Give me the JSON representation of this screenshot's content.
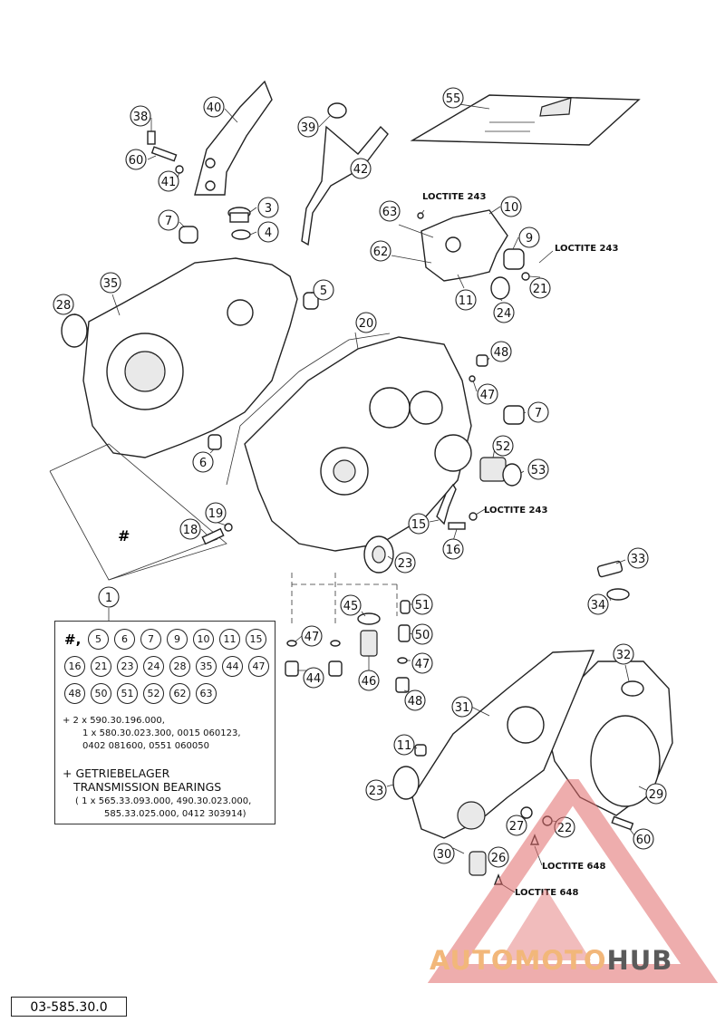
{
  "callouts": [
    {
      "n": "55"
    },
    {
      "n": "40"
    },
    {
      "n": "38"
    },
    {
      "n": "39"
    },
    {
      "n": "60"
    },
    {
      "n": "41"
    },
    {
      "n": "42"
    },
    {
      "n": "3"
    },
    {
      "n": "4"
    },
    {
      "n": "7"
    },
    {
      "n": "63"
    },
    {
      "n": "10"
    },
    {
      "n": "9"
    },
    {
      "n": "62"
    },
    {
      "n": "21"
    },
    {
      "n": "11"
    },
    {
      "n": "24"
    },
    {
      "n": "35"
    },
    {
      "n": "5"
    },
    {
      "n": "28"
    },
    {
      "n": "20"
    },
    {
      "n": "48"
    },
    {
      "n": "47"
    },
    {
      "n": "7"
    },
    {
      "n": "52"
    },
    {
      "n": "53"
    },
    {
      "n": "6"
    },
    {
      "n": "19"
    },
    {
      "n": "18"
    },
    {
      "n": "15"
    },
    {
      "n": "16"
    },
    {
      "n": "23"
    },
    {
      "n": "33"
    },
    {
      "n": "34"
    },
    {
      "n": "1"
    },
    {
      "n": "45"
    },
    {
      "n": "51"
    },
    {
      "n": "47"
    },
    {
      "n": "50"
    },
    {
      "n": "44"
    },
    {
      "n": "46"
    },
    {
      "n": "47"
    },
    {
      "n": "48"
    },
    {
      "n": "32"
    },
    {
      "n": "31"
    },
    {
      "n": "11"
    },
    {
      "n": "23"
    },
    {
      "n": "29"
    },
    {
      "n": "27"
    },
    {
      "n": "22"
    },
    {
      "n": "60"
    },
    {
      "n": "30"
    },
    {
      "n": "26"
    }
  ],
  "loctite_labels": [
    "LOCTITE 243",
    "LOCTITE 243",
    "LOCTITE 243",
    "LOCTITE 648",
    "LOCTITE 648"
  ],
  "hash_mark": "#",
  "kit_box": {
    "hash": "#,",
    "rows": [
      [
        "5",
        "6",
        "7",
        "9",
        "10",
        "11",
        "15"
      ],
      [
        "16",
        "21",
        "23",
        "24",
        "28",
        "35",
        "44",
        "47"
      ],
      [
        "48",
        "50",
        "51",
        "52",
        "62",
        "63"
      ]
    ],
    "note_line1": "+ 2 x 590.30.196.000,",
    "note_line2": "1 x 580.30.023.300, 0015 060123,",
    "note_line3": "0402 081600, 0551 060050",
    "gear_title1": "+ GETRIEBELAGER",
    "gear_title2": "TRANSMISSION BEARINGS",
    "gear_parts1": "( 1 x 565.33.093.000, 490.30.023.000,",
    "gear_parts2": "585.33.025.000, 0412 303914)"
  },
  "drawing_number": "03-585.30.0",
  "watermark": {
    "part1": "AUTOMOTO",
    "part2": "HUB"
  },
  "colors": {
    "watermark_accent": "#f2b77a",
    "watermark_dark": "#5a5a5a",
    "watermark_red": "#e06a6a"
  }
}
